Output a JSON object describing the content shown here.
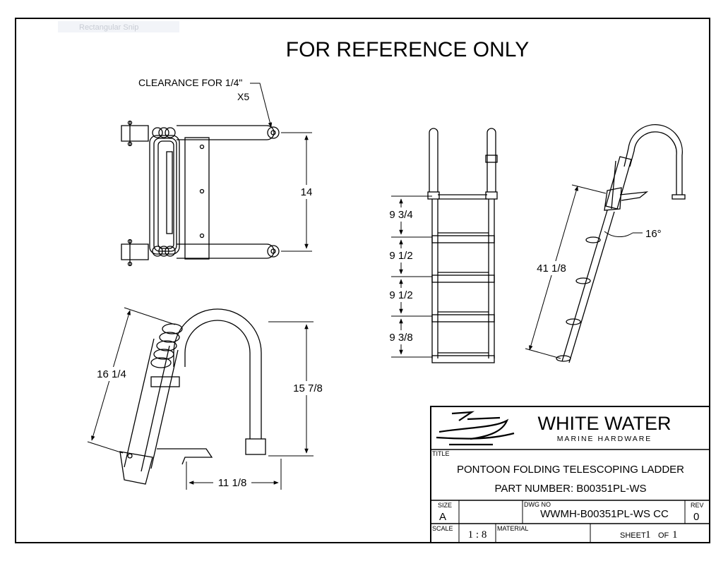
{
  "watermark": "Rectangular Snip",
  "heading": "FOR REFERENCE ONLY",
  "top_view": {
    "note_line1": "CLEARANCE FOR 1/4\"",
    "note_line2": "X5",
    "dim_width": "14"
  },
  "side_view": {
    "dim_height": "16 1/4",
    "dim_total": "15 7/8",
    "dim_base": "11 1/8"
  },
  "front_view": {
    "step_spacings": [
      "9 3/4",
      "9 1/2",
      "9 1/2",
      "9 3/8"
    ]
  },
  "angle_view": {
    "dim_length": "41 1/8",
    "angle": "16°"
  },
  "title_block": {
    "company": "WHITE WATER",
    "company_sub": "MARINE HARDWARE",
    "title_label": "TITLE",
    "title_line1": "PONTOON FOLDING TELESCOPING LADDER",
    "title_line2": "PART NUMBER: B00351PL-WS",
    "size_label": "SIZE",
    "size_value": "A",
    "dwg_label": "DWG NO",
    "dwg_value": "WWMH-B00351PL-WS CC",
    "rev_label": "REV",
    "rev_value": "0",
    "scale_label": "SCALE",
    "scale_value": "1 : 8",
    "material_label": "MATERIAL",
    "sheet_label": "SHEET",
    "sheet_value": "1",
    "of_label": "OF",
    "of_value": "1"
  }
}
